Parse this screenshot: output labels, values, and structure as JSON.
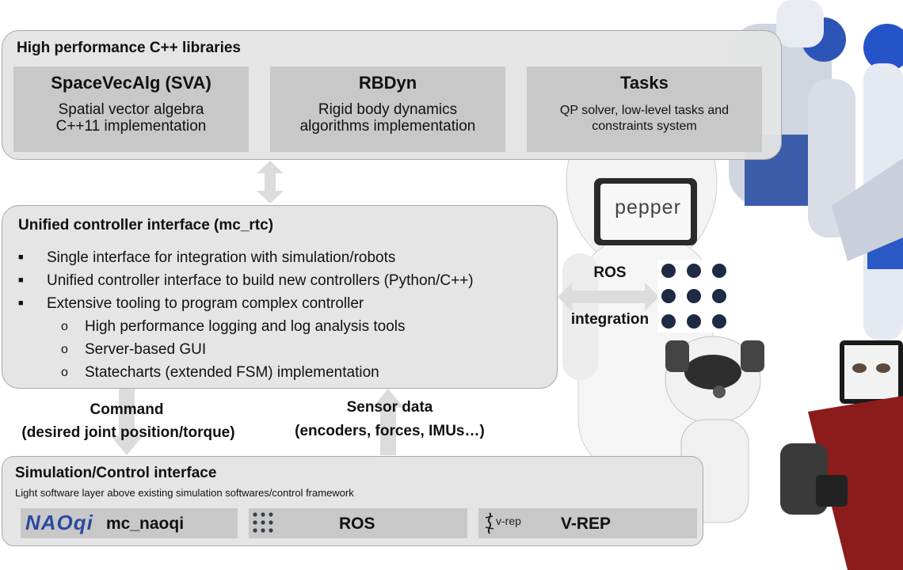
{
  "libraries": {
    "title": "High performance C++ libraries",
    "items": [
      {
        "name": "SpaceVecAlg (SVA)",
        "desc": [
          "Spatial vector algebra",
          "C++11 implementation"
        ]
      },
      {
        "name": "RBDyn",
        "desc": [
          "Rigid body dynamics",
          "algorithms implementation"
        ]
      },
      {
        "name": "Tasks",
        "desc": [
          "QP solver, low-level tasks and",
          "constraints system"
        ]
      }
    ]
  },
  "controller": {
    "title": "Unified controller interface (mc_rtc)",
    "bullets": [
      "Single interface for integration with simulation/robots",
      "Unified controller interface to build new controllers (Python/C++)",
      "Extensive tooling to program complex controller"
    ],
    "sub_bullets": [
      "High performance logging and log analysis tools",
      "Server-based GUI",
      "Statecharts (extended FSM) implementation"
    ]
  },
  "ros_integration": {
    "line1": "ROS",
    "line2": "integration"
  },
  "command": {
    "line1": "Command",
    "line2": "(desired joint position/torque)"
  },
  "sensor": {
    "line1": "Sensor data",
    "line2": "(encoders, forces, IMUs…)"
  },
  "simulation": {
    "title": "Simulation/Control interface",
    "subtitle": "Light software layer above existing simulation softwares/control framework",
    "items": [
      {
        "logo": "NAOqi",
        "name": "mc_naoqi"
      },
      {
        "logo": "ros-dots",
        "name": "ROS"
      },
      {
        "logo": "v-rep",
        "name": "V-REP"
      }
    ]
  },
  "robot_screen_text": "pepper",
  "colors": {
    "panel": "#e4e4e4",
    "box": "#c8c8c8",
    "arrow": "#dcdcdc",
    "ros_dot": "#1f2a44",
    "naoqi_blue": "#2b4aa0"
  }
}
